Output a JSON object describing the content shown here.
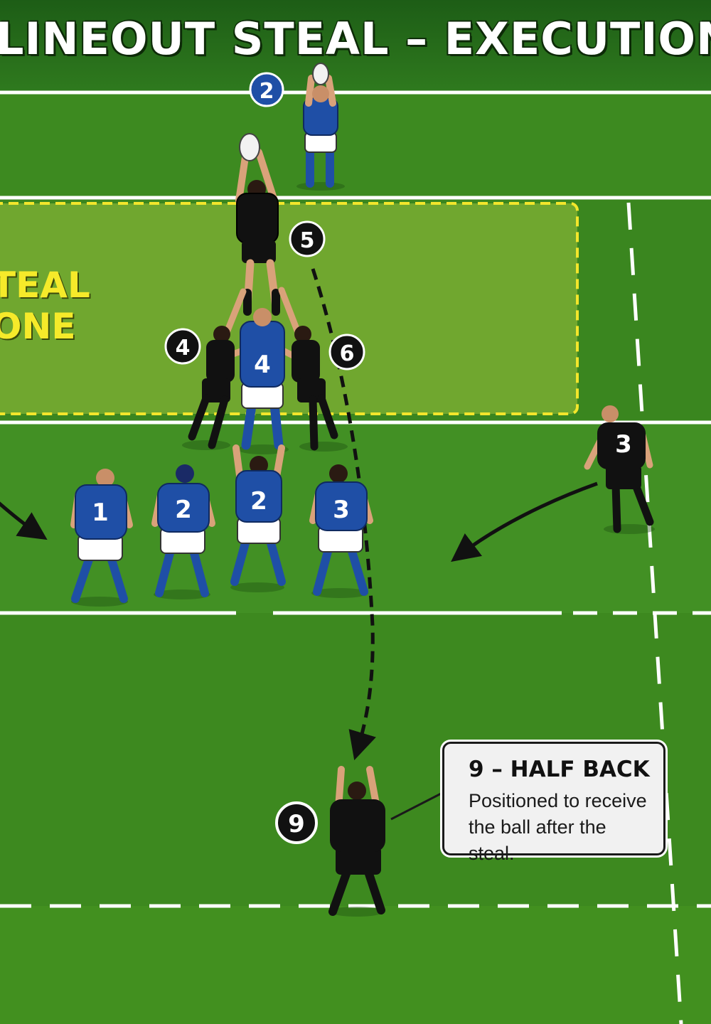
{
  "title": "LINEOUT STEAL – EXECUTION",
  "zone_label": {
    "line1": "TEAL",
    "line2": "ONE"
  },
  "callout": {
    "heading": "9 – HALF BACK",
    "line1": "Positioned to receive",
    "line2": "the ball after the steal."
  },
  "markers": {
    "thrower": "2",
    "jumper": "5",
    "left_lifter": "4",
    "right_lifter": "6",
    "half_back": "9"
  },
  "jerseys": {
    "jumper_blue": "4",
    "support_blue": "2",
    "row_1": "1",
    "row_2": "2",
    "row_3": "3",
    "runner": "3"
  },
  "colors": {
    "pitch": "#3f8a22",
    "zone_fill": "#8fb83a",
    "zone_border": "#f3e62b",
    "blue_team": "#1f4fa6",
    "black_team": "#111111"
  }
}
